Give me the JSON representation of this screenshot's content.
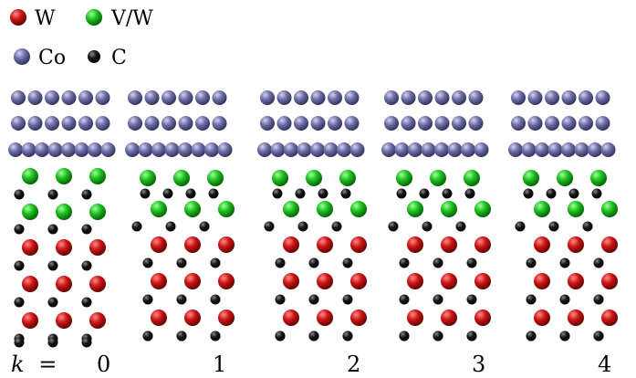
{
  "legend": {
    "items": [
      {
        "key": "W",
        "label": "W",
        "color_key": "W"
      },
      {
        "key": "V/W",
        "label": "V/W",
        "color_key": "VW"
      },
      {
        "key": "Co",
        "label": "Co",
        "color_key": "Co"
      },
      {
        "key": "C",
        "label": "C",
        "color_key": "C"
      }
    ]
  },
  "colors": {
    "W": {
      "base": "#cc1414",
      "light": "#ff8a8a",
      "dark": "#5a0000"
    },
    "VW": {
      "base": "#1fbf1f",
      "light": "#9dff9d",
      "dark": "#005a00"
    },
    "Co": {
      "base": "#6e6ea8",
      "light": "#d2d2ef",
      "dark": "#2c2c55"
    },
    "C": {
      "base": "#161616",
      "light": "#8a8a8a",
      "dark": "#000000"
    }
  },
  "k_prefix": "k =",
  "k_var": "k",
  "k_eq": "=",
  "panels": [
    {
      "k": "0",
      "green_layers": 2,
      "red_layers": 3
    },
    {
      "k": "1",
      "green_layers": 2,
      "red_layers": 3
    },
    {
      "k": "2",
      "green_layers": 2,
      "red_layers": 3
    },
    {
      "k": "3",
      "green_layers": 2,
      "red_layers": 3
    },
    {
      "k": "4",
      "green_layers": 2,
      "red_layers": 3
    }
  ]
}
